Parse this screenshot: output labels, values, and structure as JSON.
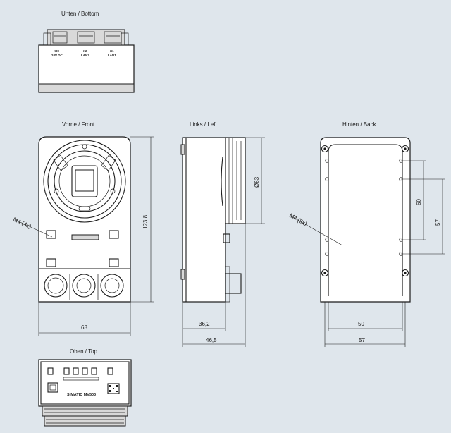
{
  "views": {
    "bottom": "Unten  /   Bottom",
    "front": "Vorne / Front",
    "left": "Links / Left",
    "back": "Hinten / Back",
    "top": "Oben / Top"
  },
  "connectors": {
    "x80": "X80",
    "x80_sub": "24V DC",
    "x2": "X2",
    "x2_sub": "LAN2",
    "x1": "X1",
    "x1_sub": "LAN1"
  },
  "product_label": "SIMATIC MV500",
  "dimensions": {
    "front_height": "123,8",
    "front_width": "68",
    "m4_front": "M4 (4x)",
    "lens_diameter": "Ø63",
    "left_depth_body": "36,2",
    "left_depth_total": "46,5",
    "m4_back": "M4 (8x)",
    "back_v_60": "60",
    "back_v_57": "57",
    "back_h_50": "50",
    "back_h_57": "57"
  }
}
